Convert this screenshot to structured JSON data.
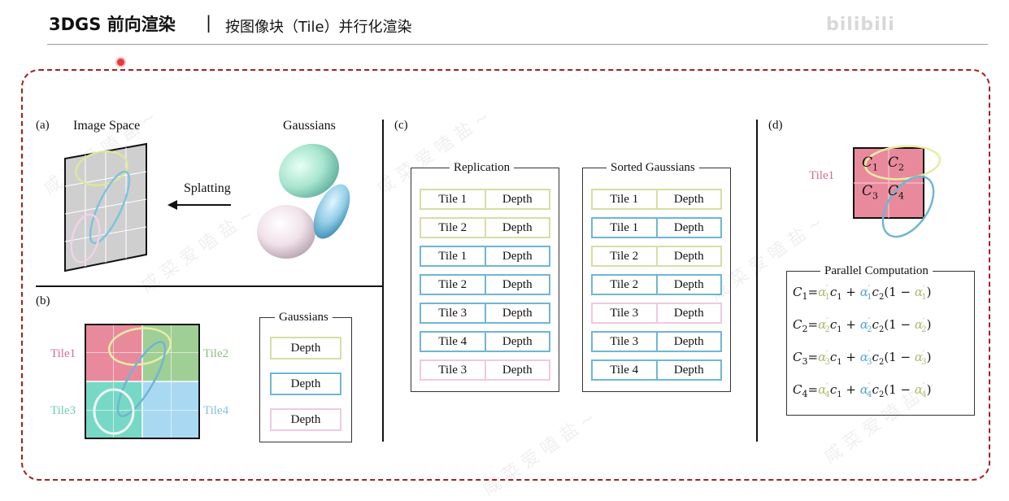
{
  "header": {
    "title": "3DGS 前向渲染",
    "separator": "|",
    "subtitle": "按图像块（Tile）并行化渲染",
    "logo": "bilibili"
  },
  "colors": {
    "frame": "#a32020",
    "yellow_green": "#d6dea3",
    "blue": "#6fb6d3",
    "pink": "#efc9e2",
    "tile1": "#e98a9c",
    "tile2": "#9fcf95",
    "tile3": "#78d8c6",
    "tile4": "#a9d9f2"
  },
  "panel_a": {
    "label": "(a)",
    "image_space": "Image Space",
    "gaussians": "Gaussians",
    "splatting": "Splatting"
  },
  "panel_b": {
    "label": "(b)",
    "tiles": [
      "Tile1",
      "Tile2",
      "Tile3",
      "Tile4"
    ],
    "gaussians_box": {
      "title": "Gaussians",
      "items": [
        {
          "text": "Depth",
          "color": "yellow_green"
        },
        {
          "text": "Depth",
          "color": "blue"
        },
        {
          "text": "Depth",
          "color": "pink"
        }
      ]
    }
  },
  "panel_c": {
    "label": "(c)",
    "replication": {
      "title": "Replication",
      "rows": [
        {
          "tile": "Tile 1",
          "depth": "Depth",
          "color": "yellow_green"
        },
        {
          "tile": "Tile 2",
          "depth": "Depth",
          "color": "yellow_green"
        },
        {
          "tile": "Tile 1",
          "depth": "Depth",
          "color": "blue"
        },
        {
          "tile": "Tile 2",
          "depth": "Depth",
          "color": "blue"
        },
        {
          "tile": "Tile 3",
          "depth": "Depth",
          "color": "blue"
        },
        {
          "tile": "Tile 4",
          "depth": "Depth",
          "color": "blue"
        },
        {
          "tile": "Tile 3",
          "depth": "Depth",
          "color": "pink"
        }
      ]
    },
    "sorted": {
      "title": "Sorted Gaussians",
      "rows": [
        {
          "tile": "Tile 1",
          "depth": "Depth",
          "color": "yellow_green"
        },
        {
          "tile": "Tile 1",
          "depth": "Depth",
          "color": "blue"
        },
        {
          "tile": "Tile 2",
          "depth": "Depth",
          "color": "yellow_green"
        },
        {
          "tile": "Tile 2",
          "depth": "Depth",
          "color": "blue"
        },
        {
          "tile": "Tile 3",
          "depth": "Depth",
          "color": "pink"
        },
        {
          "tile": "Tile 3",
          "depth": "Depth",
          "color": "blue"
        },
        {
          "tile": "Tile 4",
          "depth": "Depth",
          "color": "blue"
        }
      ]
    }
  },
  "panel_d": {
    "label": "(d)",
    "tile_label": "Tile1",
    "pixels": [
      "C",
      "C",
      "C",
      "C"
    ],
    "pixel_subs": [
      "1",
      "2",
      "3",
      "4"
    ],
    "parallel_title": "Parallel Computation",
    "equations": [
      {
        "lhs": "C",
        "sub": "1"
      },
      {
        "lhs": "C",
        "sub": "2"
      },
      {
        "lhs": "C",
        "sub": "3"
      },
      {
        "lhs": "C",
        "sub": "4"
      }
    ]
  },
  "watermark_text": "咸 菜 爱 嗑 盐 ~"
}
